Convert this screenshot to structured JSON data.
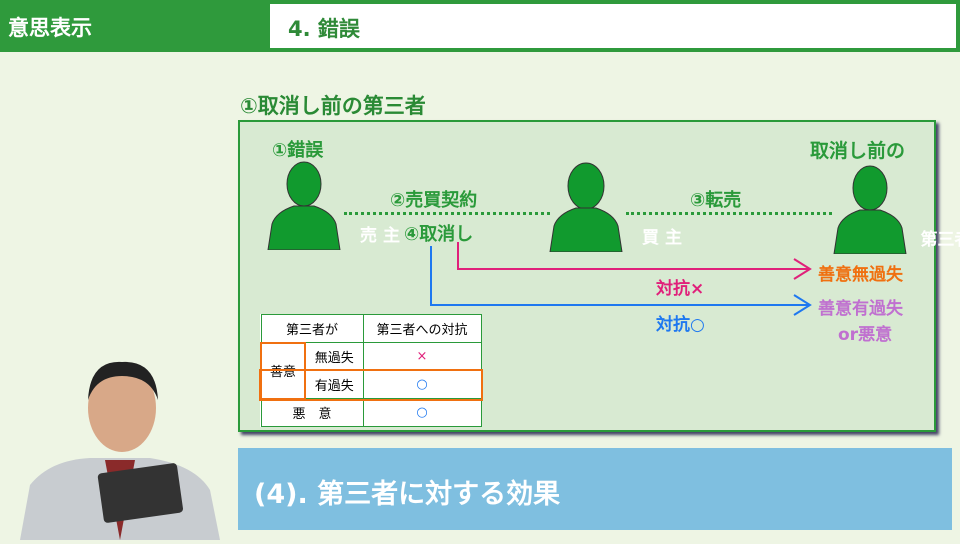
{
  "header": {
    "category": "意思表示",
    "chapter": "4. 錯誤"
  },
  "section_title": "①取消し前の第三者",
  "diagram": {
    "step1": "①錯誤",
    "step2": "②売買契約",
    "step3": "③転売",
    "step4": "④取消し",
    "third_party_heading": "取消し前の",
    "seller": "売 主",
    "buyer": "買 主",
    "third_party": "第三者",
    "good_faith_no_negligence": "善意無過失",
    "good_faith_negligent": "善意有過失",
    "bad_faith": "or悪意",
    "oppose_no": "対抗×",
    "oppose_yes": "対抗○",
    "colors": {
      "green": "#2a9a3a",
      "pink": "#e0207a",
      "blue": "#1e78f0",
      "orange": "#f07010",
      "purple": "#c070d0"
    }
  },
  "table": {
    "headers": [
      "第三者が",
      "第三者への対抗"
    ],
    "good_faith": "善意",
    "rows": [
      {
        "label": "無過失",
        "value": "×"
      },
      {
        "label": "有過失",
        "value": "○"
      }
    ],
    "bad_faith_label": "悪　意",
    "bad_faith_value": "○"
  },
  "banner": "(4). 第三者に対する効果"
}
